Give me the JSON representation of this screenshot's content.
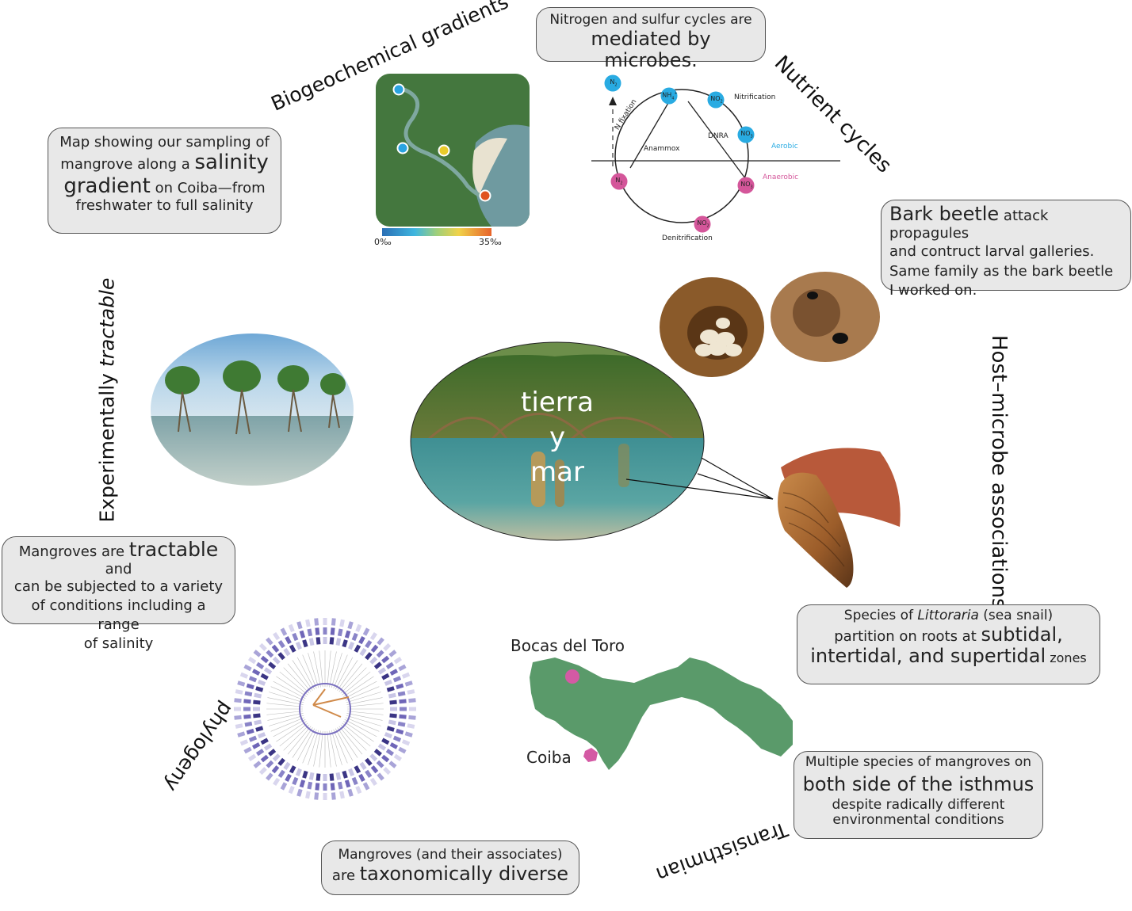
{
  "central": {
    "line1": "tierra",
    "line2": "y",
    "line3": "mar"
  },
  "theme_labels": {
    "biogeochemical": "Biogeochemical gradients",
    "nutrient": "Nutrient cycles",
    "host_microbe_1": "Host–microbe ",
    "host_microbe_2": "associations",
    "experimental_1": "Experimentally ",
    "experimental_2": "tractable",
    "phylogeny": "phylogeny",
    "transisthmian": "Transisthmian"
  },
  "callouts": {
    "microbes": {
      "small": "Nitrogen and  sulfur cycles are",
      "big": "mediated by microbes."
    },
    "salinity": {
      "l1": "Map showing our sampling of",
      "l2a": "mangrove along a ",
      "l2b": "salinity",
      "l3a": "gradient",
      "l3b": " on Coiba—from",
      "l4": "freshwater to full salinity"
    },
    "beetle": {
      "l1a": "Bark beetle",
      "l1b": " attack propagules",
      "l2": "and contruct larval galleries.",
      "l3": "Same family as the bark beetle",
      "l4": "I worked on."
    },
    "tractable": {
      "l1a": "Mangroves are ",
      "l1b": "tractable",
      "l1c": " and",
      "l2": "can be subjected to a variety",
      "l3": "of conditions including a range",
      "l4": "of salinity"
    },
    "snail": {
      "l1a": "Species of ",
      "l1b": "Littoraria",
      "l1c": " (sea snail)",
      "l2a": "partition on roots at ",
      "l2b": "subtidal,",
      "l3a": "intertidal, and supertidal",
      "l3b": " zones"
    },
    "isthmus": {
      "l1": "Multiple species of mangroves on",
      "l2": "both side of the isthmus",
      "l3": "despite radically different",
      "l4": "environmental conditions"
    },
    "diverse": {
      "l1": "Mangroves (and their associates)",
      "l2a": "are ",
      "l2b": "taxonomically diverse"
    }
  },
  "salinity_scale": {
    "min": "0‰",
    "max": "35‰"
  },
  "nitrogen_cycle": {
    "nodes": {
      "n2_top": "N",
      "nh4": "NH",
      "no2_a": "NO",
      "no3_a": "NO",
      "no3_b": "NO",
      "no2_b": "NO",
      "n2_bottom": "N"
    },
    "processes": {
      "nitrification": "Nitrification",
      "dnra": "DNRA",
      "anammox": "Anammox",
      "n_fixation": "N fixation",
      "denitrification": "Denitrification"
    },
    "zones": {
      "aerobic": "Aerobic",
      "anaerobic": "Anaerobic"
    }
  },
  "map_labels": {
    "bocas": "Bocas del Toro",
    "coiba": "Coiba"
  },
  "colors": {
    "aerobic_blue": "#29abe2",
    "anaerobic_pink": "#d4569a",
    "panama_green": "#5a9a6a",
    "site_pink": "#d45aa4",
    "callout_bg": "#e8e8e8"
  }
}
